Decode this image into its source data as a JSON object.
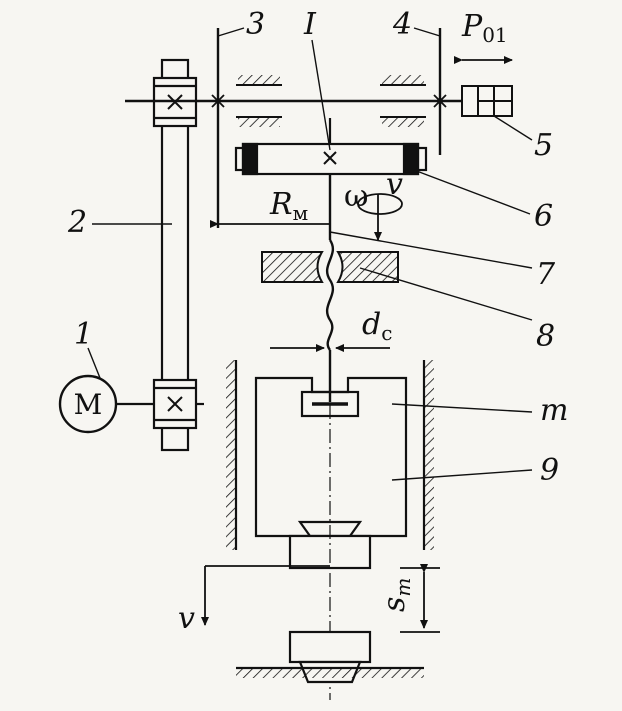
{
  "labels": {
    "motor_letter": "M",
    "n1": "1",
    "n2": "2",
    "n3": "3",
    "n4": "4",
    "n5": "5",
    "n6": "6",
    "n7": "7",
    "n8": "8",
    "n9": "9",
    "roman_one": "I",
    "p01_main": "P",
    "p01_sub": "01",
    "rm_main": "R",
    "rm_sub": "м",
    "omega": "ω",
    "v_top": "v",
    "dc_main": "d",
    "dc_sub": "c",
    "m": "m",
    "sm_main": "s",
    "sm_sub": "m",
    "v_bottom": "v"
  },
  "colors": {
    "ink": "#111111",
    "paper": "#f7f6f2"
  }
}
